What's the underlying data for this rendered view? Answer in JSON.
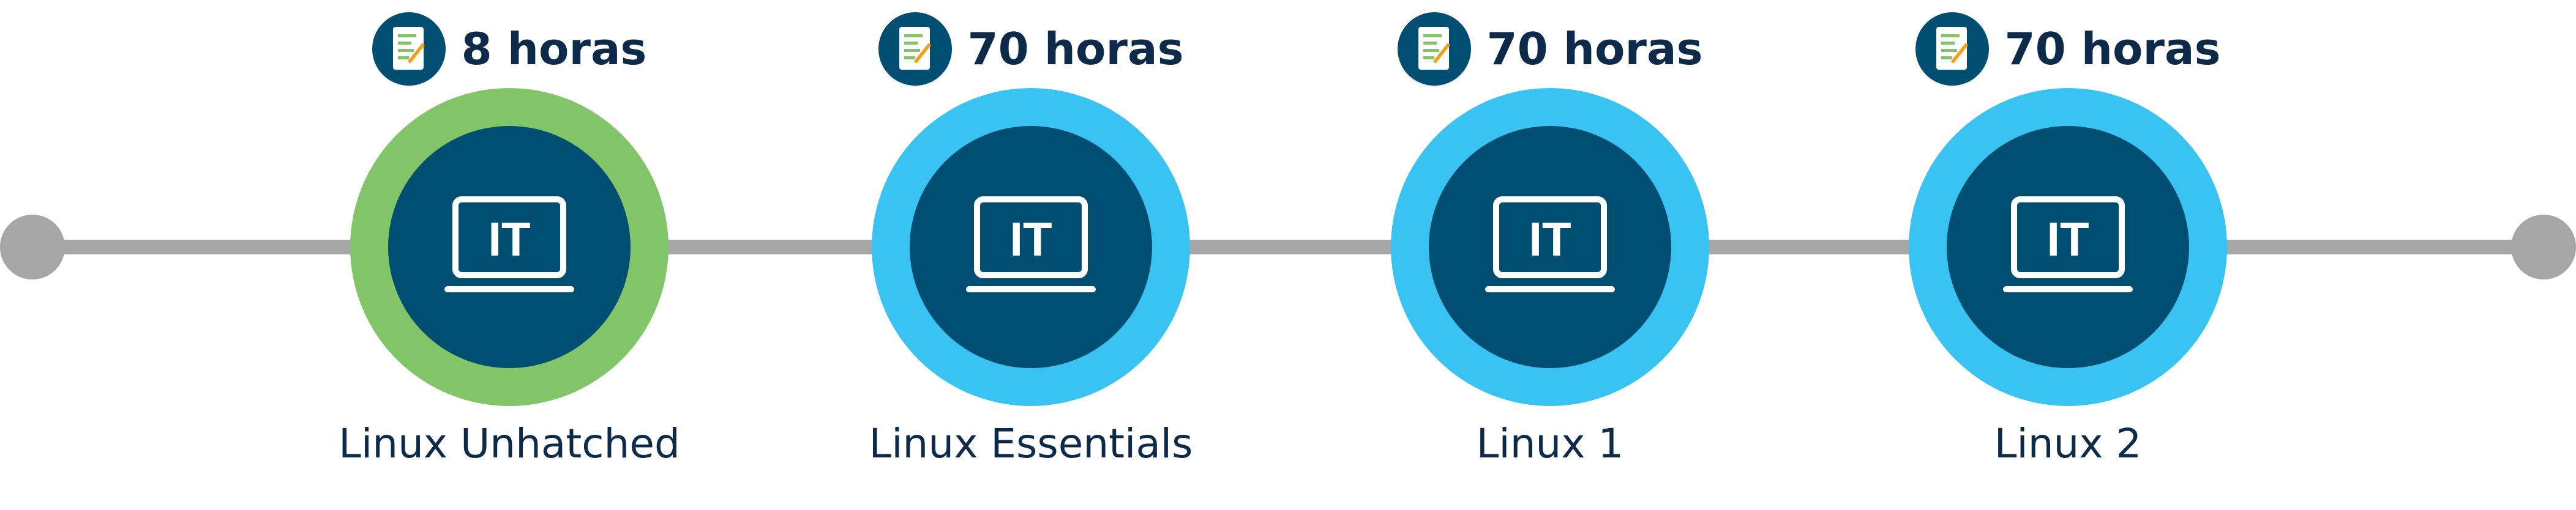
{
  "colors": {
    "navy": "#004f72",
    "green_ring": "#82c569",
    "blue_ring": "#39c3f3",
    "line_gray": "#a6a6a6",
    "text": "#0d2a4a"
  },
  "icon_text": "IT",
  "courses": [
    {
      "name": "Linux Unhatched",
      "hours": "8 horas",
      "ring_color": "#82c569"
    },
    {
      "name": "Linux Essentials",
      "hours": "70 horas",
      "ring_color": "#39c3f3"
    },
    {
      "name": "Linux 1",
      "hours": "70 horas",
      "ring_color": "#39c3f3"
    },
    {
      "name": "Linux 2",
      "hours": "70 horas",
      "ring_color": "#39c3f3"
    }
  ]
}
